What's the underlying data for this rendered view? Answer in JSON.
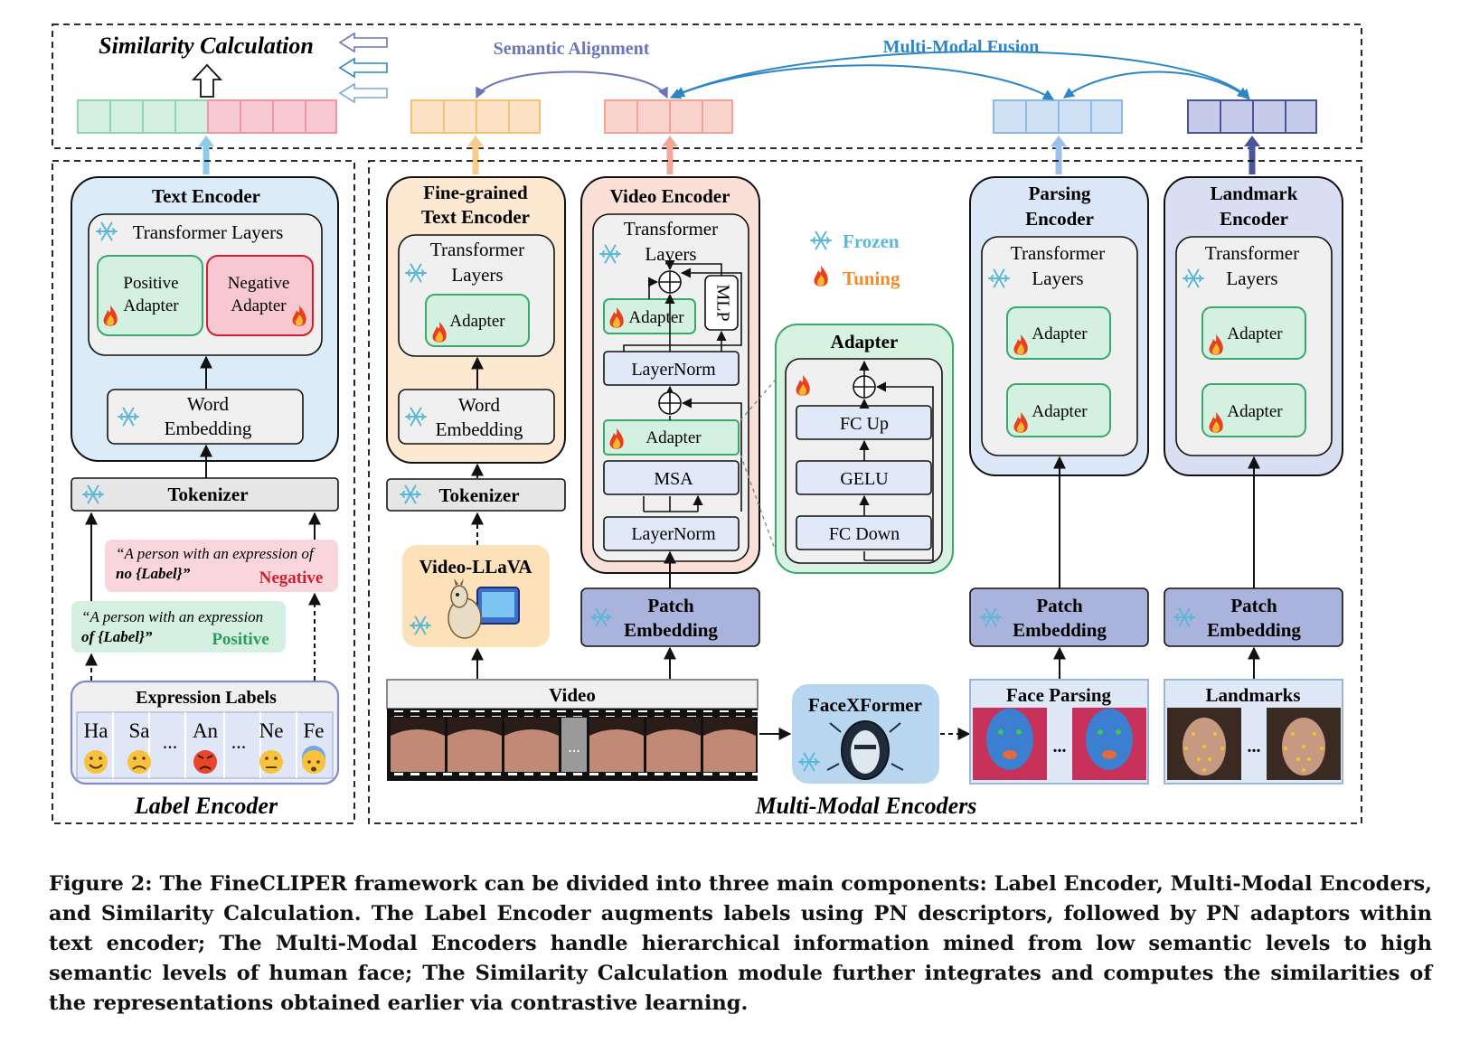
{
  "similarity": {
    "title": "Similarity Calculation",
    "semantic_alignment": "Semantic Alignment",
    "multimodal_fusion": "Multi-Modal Fusion"
  },
  "label_encoder": {
    "title": "Label Encoder",
    "text_encoder": "Text Encoder",
    "transformer_layers": "Transformer Layers",
    "positive_adapter": [
      "Positive",
      "Adapter"
    ],
    "negative_adapter": [
      "Negative",
      "Adapter"
    ],
    "word_embedding": [
      "Word",
      "Embedding"
    ],
    "tokenizer": "Tokenizer",
    "negative_prompt": [
      "“A person with an expression of",
      "no {Label}”"
    ],
    "negative_tag": "Negative",
    "positive_prompt": [
      "“A person with an expression",
      "of {Label}”"
    ],
    "positive_tag": "Positive",
    "expression_labels_title": "Expression Labels",
    "labels": [
      "Ha",
      "Sa",
      "...",
      "An",
      "...",
      "Ne",
      "Fe"
    ]
  },
  "mm_encoders": {
    "title": "Multi-Modal Encoders",
    "fine_grained": [
      "Fine-grained",
      "Text Encoder"
    ],
    "transformer_layers_2": [
      "Transformer",
      "Layers"
    ],
    "adapter": "Adapter",
    "word_embedding": [
      "Word",
      "Embedding"
    ],
    "tokenizer": "Tokenizer",
    "video_llava": "Video-LLaVA",
    "video_encoder": "Video Encoder",
    "mlp": "MLP",
    "layernorm": "LayerNorm",
    "msa": "MSA",
    "patch_embedding": [
      "Patch",
      "Embedding"
    ],
    "video": "Video",
    "frozen": "Frozen",
    "tuning": "Tuning",
    "adapter_detail": "Adapter",
    "fc_up": "FC Up",
    "gelu": "GELU",
    "fc_down": "FC Down",
    "facexformer": "FaceXFormer",
    "parsing_encoder": [
      "Parsing",
      "Encoder"
    ],
    "landmark_encoder": [
      "Landmark",
      "Encoder"
    ],
    "face_parsing": "Face Parsing",
    "landmarks": "Landmarks",
    "ellipsis": "..."
  },
  "caption": "Figure 2:  The FineCLIPER framework can be divided into three main components: Label Encoder, Multi-Modal Encoders, and Similarity Calculation. The Label Encoder augments labels using PN descriptors, followed by PN adaptors within text encoder; The Multi-Modal Encoders handle hierarchical information mined from low semantic levels to high semantic levels of human face; The Similarity Calculation module further integrates and computes the similarities of the representations obtained earlier via contrastive learning.",
  "colors": {
    "label_green": "#d3f0e0",
    "label_red": "#f7c8cf",
    "orange": "#fde3c4",
    "salmon": "#f9d3cc",
    "light_blue": "#cfe1f4",
    "navy": "#c5cbe8",
    "semantic_alignment": "#6a76b8",
    "multimodal_fusion": "#2c86c6",
    "negative": "#d02030",
    "positive": "#2e9a5a",
    "frozen": "#5bb8d8",
    "tuning": "#f08a2a"
  }
}
